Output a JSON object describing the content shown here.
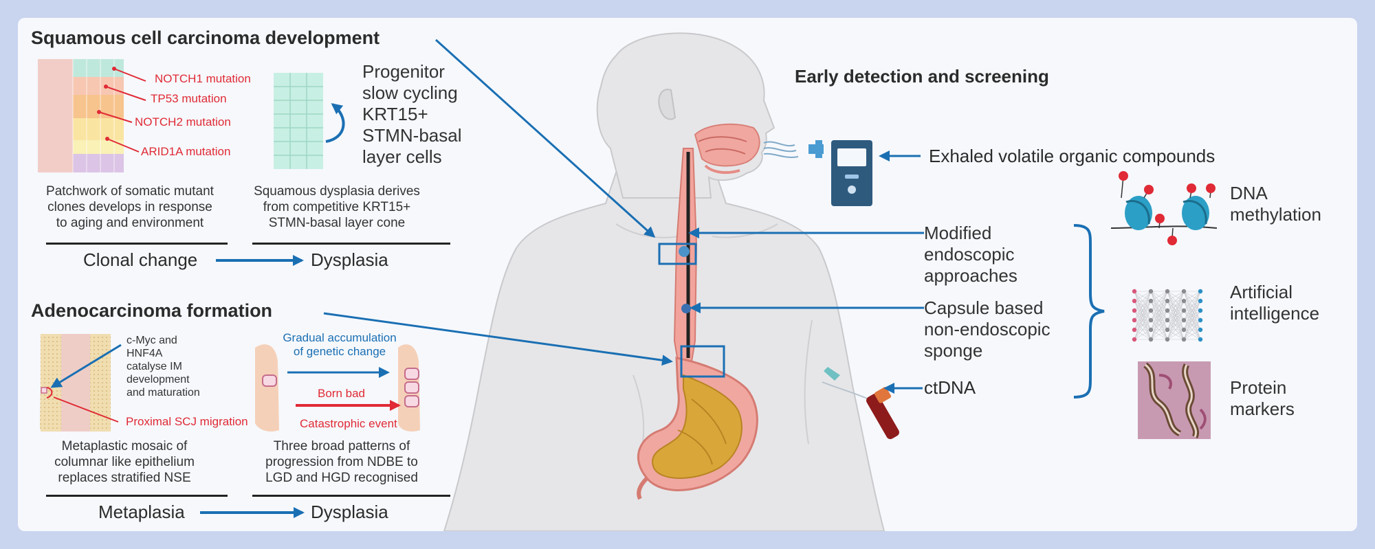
{
  "colors": {
    "frame": "#c9d5ef",
    "panel": "#f6f8fc",
    "accent": "#1a6fb3",
    "mutation": "#e02a35"
  },
  "squamous": {
    "title": "Squamous cell carcinoma development",
    "mutations": [
      "NOTCH1 mutation",
      "TP53 mutation",
      "NOTCH2 mutation",
      "ARID1A mutation"
    ],
    "progenitor_label": [
      "Progenitor",
      "slow cycling",
      "KRT15+",
      "STMN-basal",
      "layer cells"
    ],
    "caption_left": [
      "Patchwork of somatic mutant",
      "clones develops in response",
      "to aging and environment"
    ],
    "caption_right": [
      "Squamous dysplasia derives",
      "from competitive KRT15+",
      "STMN-basal layer cone"
    ],
    "stage_from": "Clonal change",
    "stage_to": "Dysplasia"
  },
  "adeno": {
    "title": "Adenocarcinoma formation",
    "catalyse_label": [
      "c-Myc and",
      "HNF4A",
      "catalyse IM",
      "development",
      "and maturation"
    ],
    "migration_label": "Proximal SCJ migration",
    "gradual_label": [
      "Gradual accumulation",
      "of genetic change"
    ],
    "born_bad_label": "Born bad",
    "catastrophic_label": "Catastrophic event",
    "caption_left": [
      "Metaplastic mosaic of",
      "columnar like epithelium",
      "replaces stratified NSE"
    ],
    "caption_right": [
      "Three broad patterns of",
      "progression from NDBE to",
      "LGD and HGD recognised"
    ],
    "stage_from": "Metaplasia",
    "stage_to": "Dysplasia"
  },
  "detection": {
    "title": "Early detection and screening",
    "exhaled": "Exhaled volatile organic compounds",
    "endoscopic": [
      "Modified",
      "endoscopic",
      "approaches"
    ],
    "capsule": [
      "Capsule based",
      "non-endoscopic",
      "sponge"
    ],
    "ctdna": "ctDNA",
    "markers": [
      {
        "lines": [
          "DNA",
          "methylation"
        ],
        "icon": "dna-methylation-icon"
      },
      {
        "lines": [
          "Artificial",
          "intelligence"
        ],
        "icon": "neural-network-icon"
      },
      {
        "lines": [
          "Protein",
          "markers"
        ],
        "icon": "protein-stain-icon"
      }
    ]
  }
}
